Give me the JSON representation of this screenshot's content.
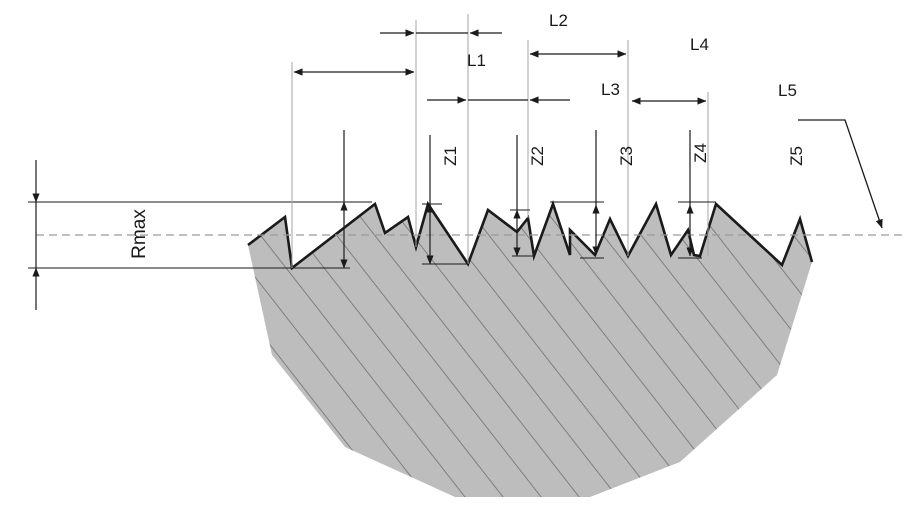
{
  "labels": {
    "rmax": "Rmax",
    "l1": "L1",
    "l2": "L2",
    "l3": "L3",
    "l4": "L4",
    "l5": "L5",
    "z1": "Z1",
    "z2": "Z2",
    "z3": "Z3",
    "z4": "Z4",
    "z5": "Z5"
  },
  "colors": {
    "material_fill": "#bdbdbd",
    "hatch": "#6f6f6f",
    "profile": "#1a1a1a",
    "guide": "#a6a6a6",
    "mean_line": "#9a9a9a"
  }
}
